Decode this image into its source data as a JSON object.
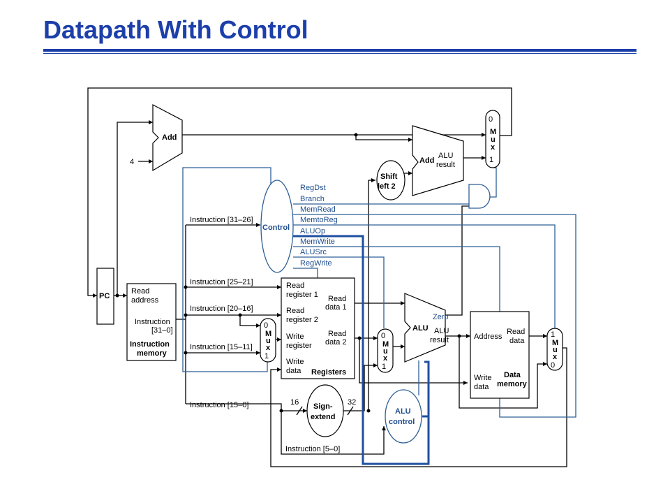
{
  "title": "Datapath With Control",
  "labels": {
    "pc": "PC",
    "add_top": "Add",
    "const_four": "4",
    "add_branch": "Add",
    "alu_result_1": "ALU",
    "alu_result_2": "result",
    "shift_1": "Shift",
    "shift_2": "left 2",
    "control": "Control",
    "im_read_1": "Read",
    "im_read_2": "address",
    "im_instr_1": "Instruction",
    "im_instr_2": "[31–0]",
    "im_name_1": "Instruction",
    "im_name_2": "memory",
    "instr_31_26": "Instruction [31–26]",
    "instr_25_21": "Instruction [25–21]",
    "instr_20_16": "Instruction [20–16]",
    "instr_15_11": "Instruction [15–11]",
    "instr_15_0": "Instruction [15–0]",
    "instr_5_0": "Instruction [5–0]",
    "reg_rr1_1": "Read",
    "reg_rr1_2": "register 1",
    "reg_rr2_1": "Read",
    "reg_rr2_2": "register 2",
    "reg_wr_1": "Write",
    "reg_wr_2": "register",
    "reg_wd_1": "Write",
    "reg_wd_2": "data",
    "reg_rd1_1": "Read",
    "reg_rd1_2": "data 1",
    "reg_rd2_1": "Read",
    "reg_rd2_2": "data 2",
    "registers": "Registers",
    "sign_1": "Sign-",
    "sign_2": "extend",
    "bits_16": "16",
    "bits_32": "32",
    "alu_ctl_1": "ALU",
    "alu_ctl_2": "control",
    "alu": "ALU",
    "zero": "Zero",
    "alu_res_1": "ALU",
    "alu_res_2": "result",
    "dm_address": "Address",
    "dm_read_1": "Read",
    "dm_read_2": "data",
    "dm_write_1": "Write",
    "dm_write_2": "data",
    "dm_name_1": "Data",
    "dm_name_2": "memory",
    "mux_m": "M",
    "mux_u": "u",
    "mux_x": "x",
    "zero_in": "0",
    "one_in": "1"
  },
  "signals": [
    "RegDst",
    "Branch",
    "MemRead",
    "MemtoReg",
    "ALUOp",
    "MemWrite",
    "ALUSrc",
    "RegWrite"
  ],
  "colors": {
    "title": "#1c3faa",
    "control": "#2e5f96",
    "control_text": "#1f4e8c"
  }
}
